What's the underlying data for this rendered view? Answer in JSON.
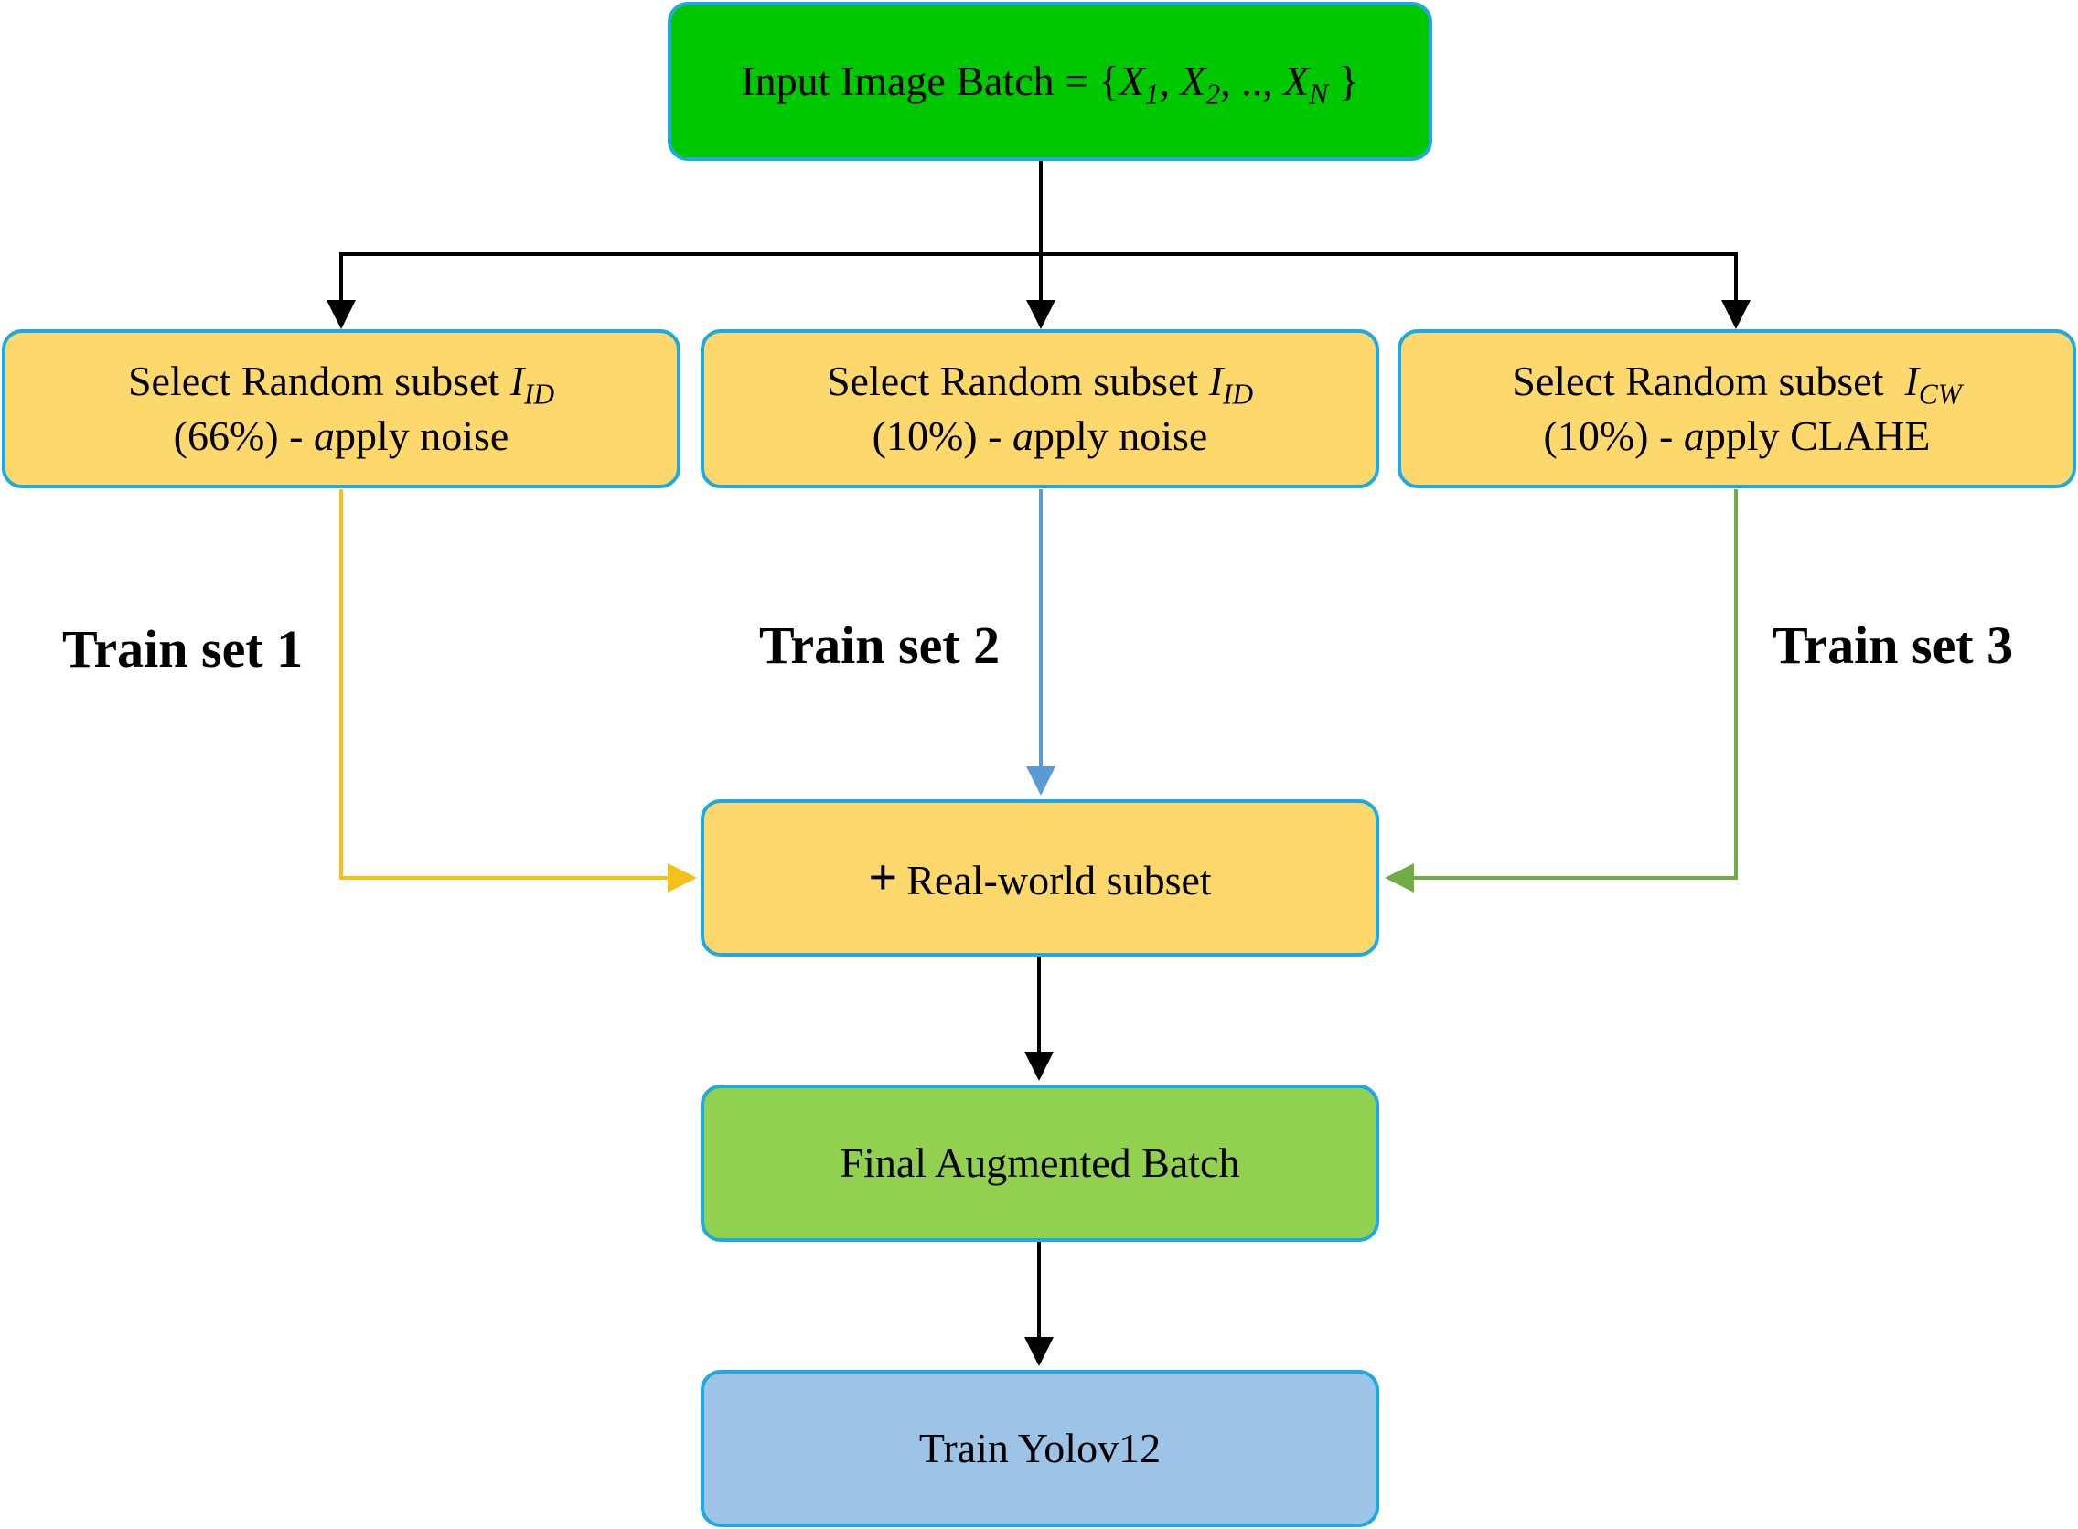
{
  "colors": {
    "input_fill": "#00c800",
    "subset_fill": "#fdd86c",
    "final_fill": "#92d050",
    "train_fill": "#9dc3e6",
    "border": "#1fa9df",
    "arrow_black": "#000000",
    "arrow_set1": "#f5c017",
    "arrow_set2": "#5b9bd5",
    "arrow_set3": "#70ad47"
  },
  "input": {
    "prefix": "Input Image Batch = {",
    "x": "X",
    "sub1": "1",
    "sep1": ", ",
    "sub2": "2",
    "sep2": ", .., ",
    "subn": "N",
    "suffix": " }"
  },
  "subsets": [
    {
      "line1_prefix": "Select Random subset ",
      "var": "I",
      "var_sub": "ID",
      "line2_pct": "(66%) - ",
      "line2_a": "a",
      "line2_rest": "pply noise"
    },
    {
      "line1_prefix": "Select Random subset ",
      "var": "I",
      "var_sub": "ID",
      "line2_pct": "(10%) - ",
      "line2_a": "a",
      "line2_rest": "pply noise"
    },
    {
      "line1_prefix": "Select Random subset  ",
      "var": "I",
      "var_sub": "CW",
      "line2_pct": "(10%) - ",
      "line2_a": "a",
      "line2_rest": "pply CLAHE"
    }
  ],
  "train_sets": [
    "Train set 1",
    "Train set 2",
    "Train set 3"
  ],
  "merge": {
    "plus": "+",
    "label": "Real-world subset"
  },
  "final": {
    "label": "Final Augmented Batch"
  },
  "train": {
    "label": "Train Yolov12"
  }
}
